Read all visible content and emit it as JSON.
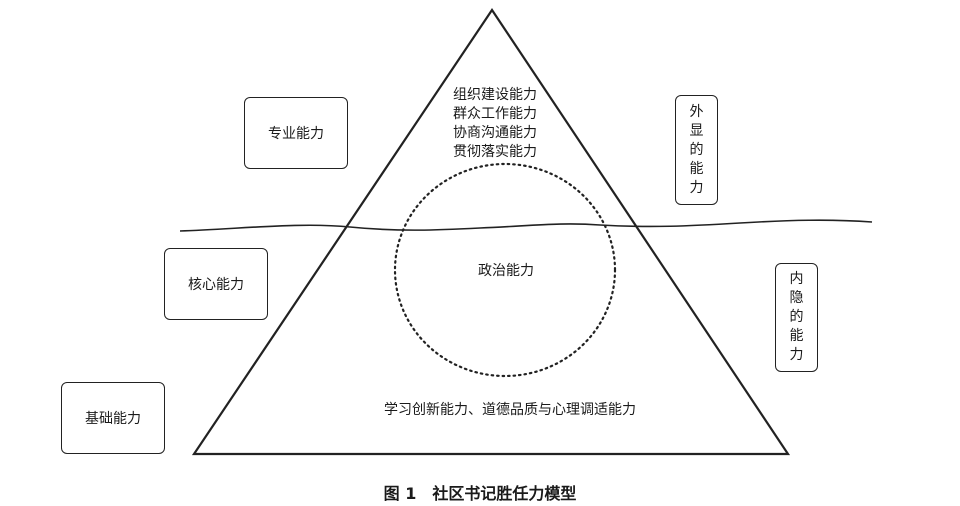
{
  "diagram": {
    "left_labels": {
      "professional": "专业能力",
      "core": "核心能力",
      "basic": "基础能力"
    },
    "right_labels": {
      "explicit": [
        "外",
        "显",
        "的",
        "能",
        "力"
      ],
      "implicit": [
        "内",
        "隐",
        "的",
        "能",
        "力"
      ]
    },
    "top_abilities": [
      "组织建设能力",
      "群众工作能力",
      "协商沟通能力",
      "贯彻落实能力"
    ],
    "center_label": "政治能力",
    "bottom_label": "学习创新能力、道德品质与心理调适能力"
  },
  "caption": "图 1　社区书记胜任力模型"
}
